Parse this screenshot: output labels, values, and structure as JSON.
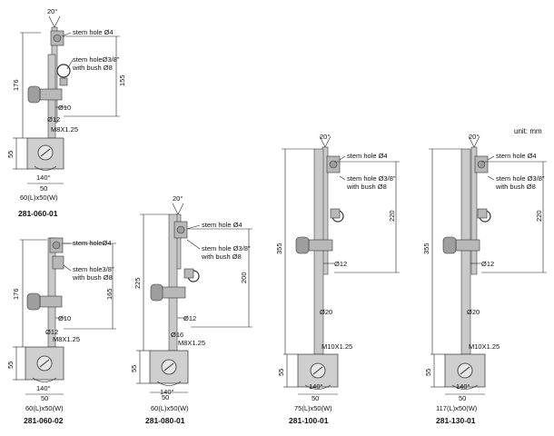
{
  "unit_label": "unit: mm",
  "models": [
    {
      "code": "281-060-01",
      "base_size": "60(L)x50(W)",
      "labels": {
        "angle_top": "20°",
        "stem_hole_1": "stem hole Ø4",
        "stem_hole_2": "stem holeØ3/8\"",
        "bush": "with bush Ø8",
        "dim_total": "176",
        "dim_reach": "155",
        "rod_dia_a": "Ø10",
        "rod_dia_b": "Ø12",
        "thread": "M8X1.25",
        "base_h": "55",
        "base_w": "50",
        "angle_base": "140°"
      }
    },
    {
      "code": "281-060-02",
      "base_size": "60(L)x50(W)",
      "labels": {
        "stem_hole_1": "stem holeØ4",
        "stem_hole_2": "stem hole3/8\"",
        "bush": "with bush Ø8",
        "dim_total": "176",
        "dim_reach": "165",
        "rod_dia_a": "Ø10",
        "rod_dia_b": "Ø12",
        "thread": "M8X1.25",
        "base_h": "55",
        "base_w": "50",
        "angle_base": "140°"
      }
    },
    {
      "code": "281-080-01",
      "base_size": "60(L)x50(W)",
      "labels": {
        "angle_top": "20°",
        "stem_hole_1": "stem hole Ø4",
        "stem_hole_2": "stem hole Ø3/8\"",
        "bush": "with bush Ø8",
        "dim_total": "225",
        "dim_reach": "200",
        "rod_dia_a": "Ø12",
        "rod_dia_b": "Ø16",
        "thread": "M8X1.25",
        "base_h": "55",
        "base_w": "50",
        "angle_base": "140°"
      }
    },
    {
      "code": "281-100-01",
      "base_size": "75(L)x50(W)",
      "labels": {
        "angle_top": "20°",
        "stem_hole_1": "stem hole Ø4",
        "stem_hole_2": "stem hole Ø3/8\"",
        "bush": "with bush Ø8",
        "dim_total": "355",
        "dim_reach": "220",
        "rod_dia_a": "Ø12",
        "rod_dia_b": "Ø20",
        "thread": "M10X1.25",
        "base_h": "55",
        "base_w": "50",
        "angle_base": "140°"
      }
    },
    {
      "code": "281-130-01",
      "base_size": "117(L)x50(W)",
      "labels": {
        "angle_top": "20°",
        "stem_hole_1": "stem hole Ø4",
        "stem_hole_2": "stem hole Ø3/8\"",
        "bush": "with bush Ø8",
        "dim_total": "355",
        "dim_reach": "220",
        "rod_dia_a": "Ø12",
        "rod_dia_b": "Ø20",
        "thread": "M10X1.25",
        "base_h": "55",
        "base_w": "50",
        "angle_base": "140°"
      }
    }
  ]
}
